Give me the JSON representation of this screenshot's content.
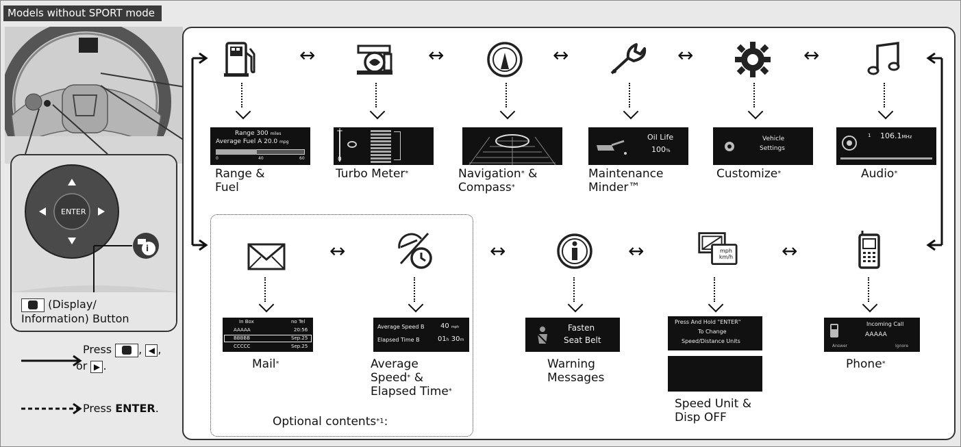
{
  "header": {
    "title": "Models without SPORT mode"
  },
  "steering": {
    "enter_label": "ENTER",
    "button_caption_line1": "(Display/",
    "button_caption_line2": "Information) Button"
  },
  "legend": {
    "press_label": "Press",
    "or_label": "or",
    "comma": ",",
    "period": ".",
    "press_enter_label": "Press",
    "enter_bold": "ENTER",
    "enter_period": "."
  },
  "bidir_arrow": "↔",
  "optional": {
    "label": "Optional contents",
    "marker": "*1",
    "suffix": ":"
  },
  "top_row": [
    {
      "name": "range-fuel",
      "label_line1": "Range &",
      "label_line2": "Fuel",
      "icon": "fuel-pump-icon",
      "screen": {
        "line1": "Range  300",
        "line1_unit": "miles",
        "line2": "Average Fuel A  20.0",
        "line2_unit": "mpg",
        "ticks": [
          "0",
          "40",
          "60"
        ]
      }
    },
    {
      "name": "turbo-meter",
      "label_line1": "Turbo Meter",
      "label_sup": "*",
      "icon": "turbo-icon",
      "screen": {
        "plus": "+",
        "zero": "0"
      }
    },
    {
      "name": "navigation-compass",
      "label_line1": "Navigation",
      "label_sup1": "*",
      "label_amp": " &",
      "label_line2": "Compass",
      "label_sup2": "*",
      "icon": "compass-icon",
      "screen": {}
    },
    {
      "name": "maintenance-minder",
      "label_line1": "Maintenance",
      "label_line2": "Minder™",
      "icon": "wrench-icon",
      "screen": {
        "line1": "Oil Life",
        "line2": "100",
        "line2_unit": "%"
      }
    },
    {
      "name": "customize",
      "label_line1": "Customize",
      "label_sup": "*",
      "icon": "gear-icon",
      "screen": {
        "line1": "Vehicle",
        "line2": "Settings"
      }
    },
    {
      "name": "audio",
      "label_line1": "Audio",
      "label_sup": "*",
      "icon": "music-note-icon",
      "screen": {
        "line1": "106.1",
        "line1_unit": "MHz",
        "preset": "1"
      }
    }
  ],
  "bottom_row": [
    {
      "name": "mail",
      "label_line1": "Mail",
      "label_sup": "*",
      "icon": "envelope-icon",
      "screen": {
        "header": "In Box",
        "header_right": "no Tel",
        "rows": [
          {
            "name": "AAAAA",
            "time": "20:56"
          },
          {
            "name": "BBBBB",
            "time": "Sep.25"
          },
          {
            "name": "CCCCC",
            "time": "Sep.25"
          }
        ]
      }
    },
    {
      "name": "average-speed-elapsed",
      "label_line1": "Average",
      "label_line2": "Speed",
      "label_sup2": "*",
      "label_amp2": " &",
      "label_line3": "Elapsed Time",
      "label_sup3": "*",
      "icon": "speed-timer-icon",
      "screen": {
        "line1": "Average Speed B",
        "line1_val": "40",
        "line1_unit": "mph",
        "line2": "Elapsed Time  B",
        "line2_val": "01",
        "line2_h": "h",
        "line2_min": "30",
        "line2_m": "m"
      }
    },
    {
      "name": "warning-messages",
      "label_line1": "Warning",
      "label_line2": "Messages",
      "icon": "info-icon",
      "screen": {
        "line1": "Fasten",
        "line2": "Seat Belt"
      }
    },
    {
      "name": "speed-unit-disp-off",
      "label_line1": "Speed Unit &",
      "label_line2": "Disp OFF",
      "icon": "speed-unit-icon",
      "icon_text_top": "mph",
      "icon_text_bottom": "km/h",
      "screen": {
        "line1": "Press And Hold \"ENTER\"",
        "line2": "To Change",
        "line3": "Speed/Distance Units"
      }
    },
    {
      "name": "phone",
      "label_line1": "Phone",
      "label_sup": "*",
      "icon": "phone-icon",
      "screen": {
        "line1": "Incoming Call",
        "line2": "AAAAA",
        "answer": "Answer",
        "ignore": "Ignore"
      }
    }
  ]
}
